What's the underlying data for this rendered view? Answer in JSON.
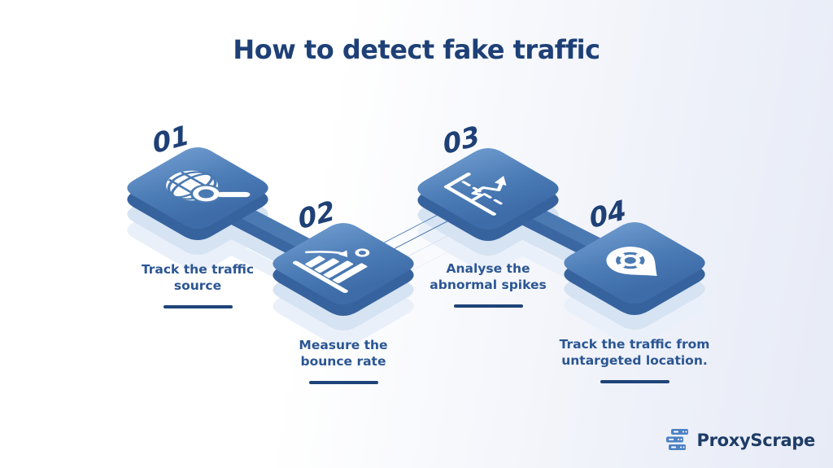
{
  "title": "How to detect fake traffic",
  "steps": [
    {
      "number": "01",
      "line1": "Track the traffic",
      "line2": "source",
      "icon": "globe-search-icon"
    },
    {
      "number": "02",
      "line1": "Measure the",
      "line2": "bounce rate",
      "icon": "bounce-rate-chart-icon"
    },
    {
      "number": "03",
      "line1": "Analyse the",
      "line2": "abnormal spikes",
      "icon": "abnormal-spike-chart-icon"
    },
    {
      "number": "04",
      "line1": "Track the traffic from",
      "line2": "untargeted location.",
      "icon": "location-pin-icon"
    }
  ],
  "brand": {
    "name": "ProxyScrape"
  },
  "colors": {
    "title_text": "#1e4076",
    "label_text": "#2b5693",
    "number_text": "#1e4076",
    "underline": "#1e4478",
    "tile_top_light": "#6d99cd",
    "tile_top_dark": "#3d6ca8",
    "tile_side": "#36639d",
    "connector_top": "#4b7ab2",
    "connector_side": "#3a67a2",
    "shadow_primary": "#d5e3f3",
    "shadow_secondary": "#eaf0f9",
    "icon_fill": "#ffffff",
    "logo_icon": "#4d82c4",
    "logo_text": "#1d3c66"
  }
}
